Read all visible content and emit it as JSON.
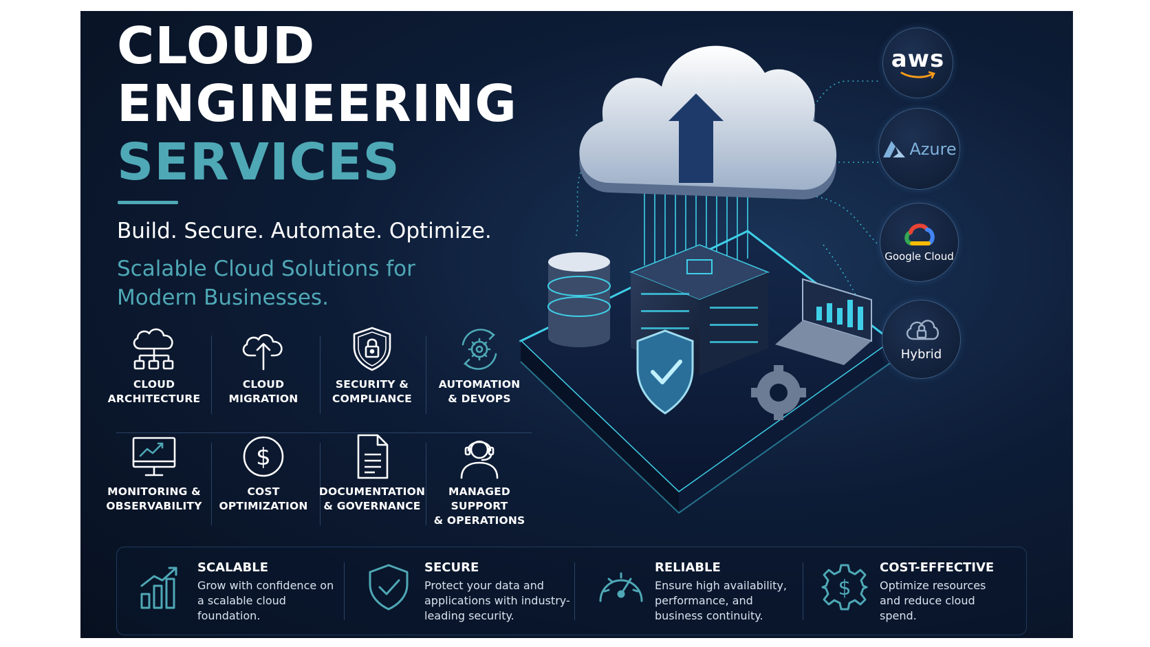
{
  "title": {
    "line1": "CLOUD",
    "line2": "ENGINEERING",
    "line3": "SERVICES"
  },
  "tagline": "Build. Secure. Automate. Optimize.",
  "subtitle": {
    "line1": "Scalable Cloud Solutions for",
    "line2": "Modern Businesses."
  },
  "services": [
    {
      "line1": "CLOUD",
      "line2": "ARCHITECTURE",
      "icon": "cloud-network-icon"
    },
    {
      "line1": "CLOUD",
      "line2": "MIGRATION",
      "icon": "cloud-upload-icon"
    },
    {
      "line1": "SECURITY &",
      "line2": "COMPLIANCE",
      "icon": "shield-lock-icon"
    },
    {
      "line1": "AUTOMATION",
      "line2": "& DEVOPS",
      "icon": "gear-cycle-icon"
    },
    {
      "line1": "MONITORING &",
      "line2": "OBSERVABILITY",
      "icon": "monitor-chart-icon"
    },
    {
      "line1": "COST",
      "line2": "OPTIMIZATION",
      "icon": "dollar-coin-icon"
    },
    {
      "line1": "DOCUMENTATION",
      "line2": "& GOVERNANCE",
      "icon": "document-icon"
    },
    {
      "line1": "MANAGED SUPPORT",
      "line2": "& OPERATIONS",
      "icon": "headset-agent-icon"
    }
  ],
  "providers": [
    {
      "label": "aws",
      "icon": "aws-logo-icon"
    },
    {
      "label": "Azure",
      "icon": "azure-logo-icon"
    },
    {
      "label": "Google Cloud",
      "icon": "google-cloud-logo-icon"
    },
    {
      "label": "Hybrid",
      "icon": "cloud-lock-icon"
    }
  ],
  "benefits": [
    {
      "title": "SCALABLE",
      "desc": "Grow with confidence on a scalable cloud foundation.",
      "icon": "bar-growth-icon"
    },
    {
      "title": "SECURE",
      "desc": "Protect your data and applications with industry-leading security.",
      "icon": "shield-check-icon"
    },
    {
      "title": "RELIABLE",
      "desc": "Ensure high availability, performance, and business continuity.",
      "icon": "speedometer-icon"
    },
    {
      "title": "COST-EFFECTIVE",
      "desc": "Optimize resources and reduce cloud spend.",
      "icon": "dollar-gear-icon"
    }
  ],
  "colors": {
    "accent": "#4fa8b6",
    "background": "#0d1c36",
    "glow": "#3fd0e8",
    "text": "#ffffff"
  }
}
